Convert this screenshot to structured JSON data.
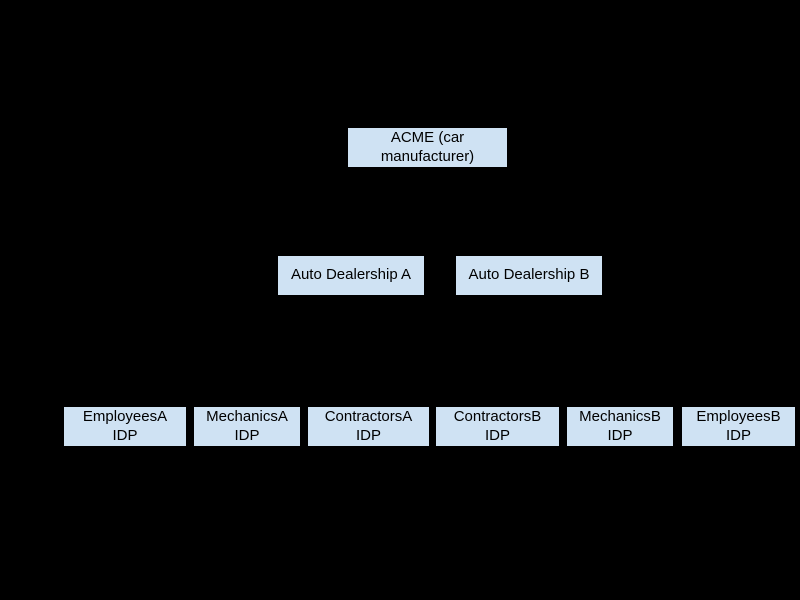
{
  "canvas": {
    "background": "#000000"
  },
  "diagram": {
    "node_fill": "#cfe2f3",
    "node_border": "#000000",
    "node_text_color": "#000000",
    "nodes": [
      {
        "id": "acme",
        "label": "ACME (car\nmanufacturer)"
      },
      {
        "id": "dealership-a",
        "label": "Auto Dealership A"
      },
      {
        "id": "dealership-b",
        "label": "Auto Dealership B"
      },
      {
        "id": "employees-a-idp",
        "label": "EmployeesA\nIDP"
      },
      {
        "id": "mechanics-a-idp",
        "label": "MechanicsA\nIDP"
      },
      {
        "id": "contractors-a-idp",
        "label": "ContractorsA\nIDP"
      },
      {
        "id": "contractors-b-idp",
        "label": "ContractorsB\nIDP"
      },
      {
        "id": "mechanics-b-idp",
        "label": "MechanicsB\nIDP"
      },
      {
        "id": "employees-b-idp",
        "label": "EmployeesB\nIDP"
      }
    ]
  }
}
